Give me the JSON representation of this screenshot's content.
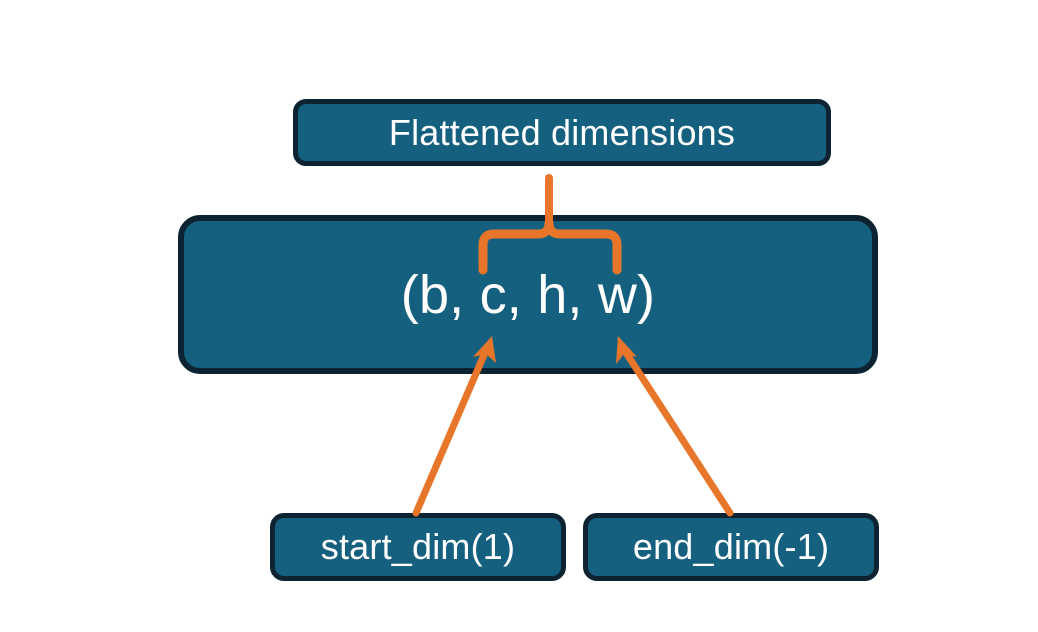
{
  "diagram": {
    "title": "Flatten dimensions diagram",
    "background_color": "#ffffff",
    "node_fill_color": "#15607f",
    "node_border_color": "#0d2331",
    "node_text_color": "#ffffff",
    "accent_color": "#e8762a",
    "nodes": {
      "flattened": {
        "label": "Flattened dimensions"
      },
      "tuple": {
        "label": "(b, c, h, w)"
      },
      "start_dim": {
        "label": "start_dim(1)"
      },
      "end_dim": {
        "label": "end_dim(-1)"
      }
    },
    "connectors": {
      "brace": {
        "name": "curly-brace-connector"
      },
      "start_dim_arrow": {
        "name": "start-dim-arrow"
      },
      "end_dim_arrow": {
        "name": "end-dim-arrow"
      }
    }
  }
}
